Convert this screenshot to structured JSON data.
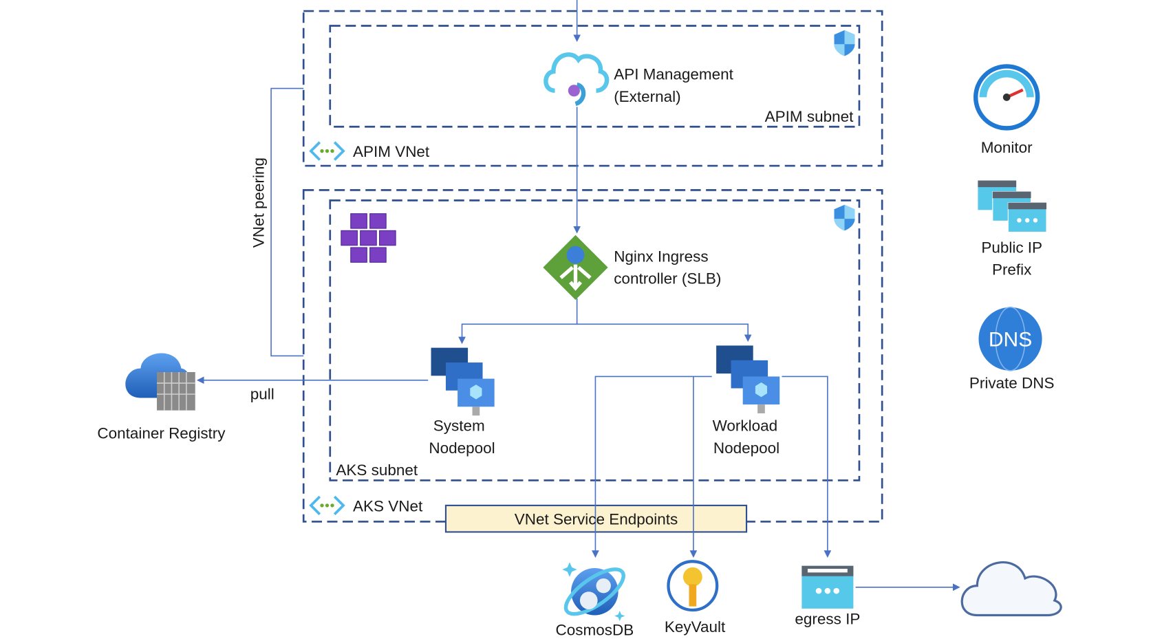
{
  "colors": {
    "boundary": "#2f4f8f",
    "connector": "#4a72c4",
    "endpoints_fill": "#fdf2d0",
    "azure_blue": "#1f78d1",
    "nginx_green": "#5ea03a",
    "aks_purple": "#7b3fc4"
  },
  "apim": {
    "vnet_label": "APIM VNet",
    "subnet_label": "APIM subnet",
    "service_line1": "API Management",
    "service_line2": "(External)",
    "icon": "api-management-icon"
  },
  "aks": {
    "vnet_label": "AKS VNet",
    "subnet_label": "AKS subnet",
    "ingress_line1": "Nginx Ingress",
    "ingress_line2": "controller (SLB)",
    "system_line1": "System",
    "system_line2": "Nodepool",
    "workload_line1": "Workload",
    "workload_line2": "Nodepool",
    "service_endpoints": "VNet Service Endpoints"
  },
  "peering_label": "VNet peering",
  "registry": {
    "label": "Container Registry",
    "pull_label": "pull"
  },
  "services": {
    "cosmos": "CosmosDB",
    "keyvault": "KeyVault",
    "egress": "egress IP"
  },
  "side": {
    "monitor": "Monitor",
    "public_ip_line1": "Public IP",
    "public_ip_line2": "Prefix",
    "dns_label": "Private DNS",
    "dns_icon_text": "DNS"
  }
}
